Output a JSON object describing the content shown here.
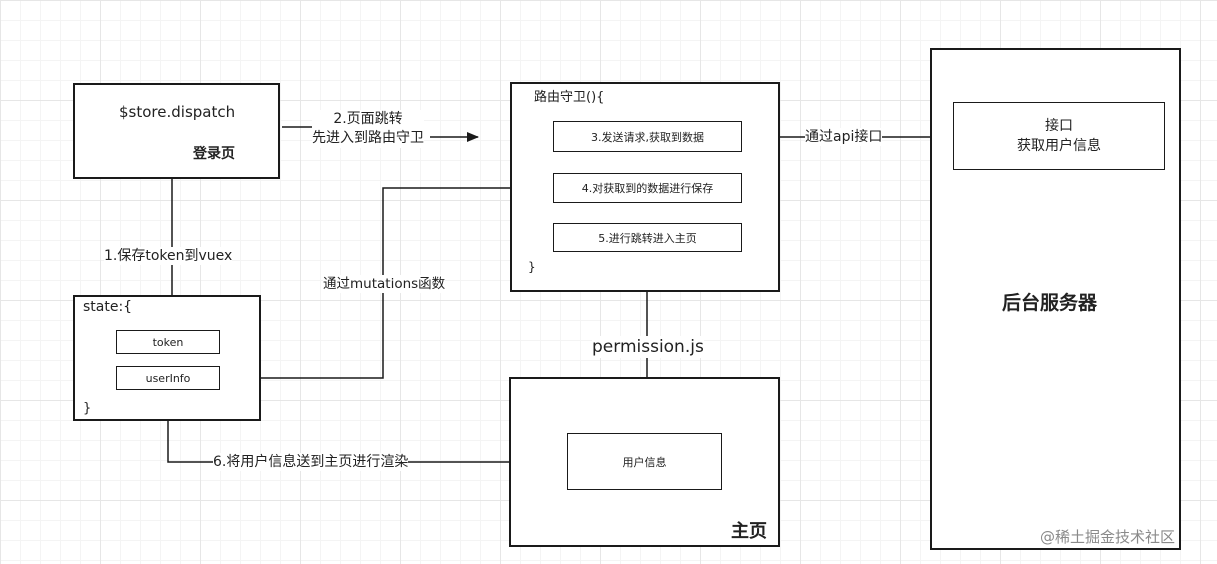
{
  "login_box": {
    "dispatch": "$store.dispatch",
    "title": "登录页"
  },
  "state_box": {
    "open": "state:{",
    "close": "}",
    "token": "token",
    "userinfo": "userInfo"
  },
  "guard_box": {
    "header": "路由守卫(){",
    "close": "}",
    "step3": "3.发送请求,获取到数据",
    "step4": "4.对获取到的数据进行保存",
    "step5": "5.进行跳转进入主页"
  },
  "home_box": {
    "title": "主页",
    "user_info": "用户信息"
  },
  "server_box": {
    "title": "后台服务器",
    "api_line1": "接口",
    "api_line2": "获取用户信息"
  },
  "labels": {
    "step2_line1": "2.页面跳转",
    "step2_line2": "先进入到路由守卫",
    "step1": "1.保存token到vuex",
    "mutations": "通过mutations函数",
    "api": "通过api接口",
    "permission": "permission.js",
    "step6": "6.将用户信息送到主页进行渲染"
  },
  "watermark": "@稀土掘金技术社区"
}
